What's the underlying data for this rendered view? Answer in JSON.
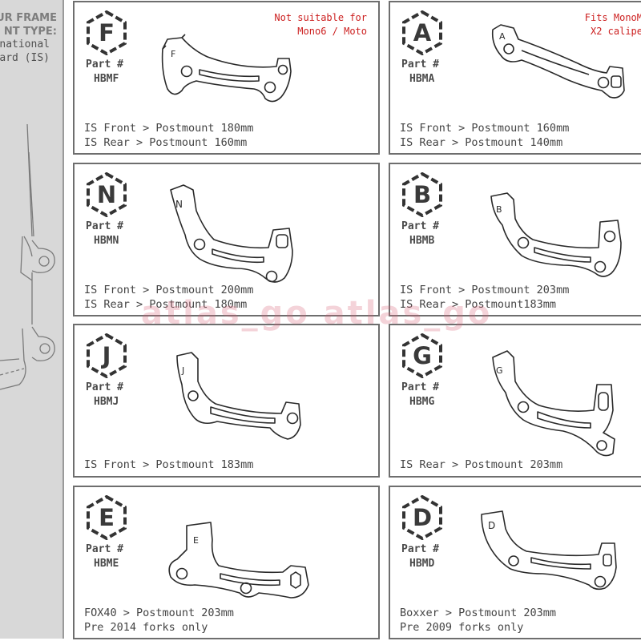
{
  "sidebar": {
    "title_lines": [
      "UR FRAME",
      "NT TYPE:"
    ],
    "subtitle_lines": [
      "national",
      "ard (IS)"
    ]
  },
  "cards": [
    {
      "letter": "F",
      "part_label": "Part #",
      "part_code": "HBMF",
      "note": "Not suitable for\nMono6 / Moto",
      "spec": "IS Front > Postmount 180mm\nIS Rear > Postmount 160mm"
    },
    {
      "letter": "A",
      "part_label": "Part #",
      "part_code": "HBMA",
      "note": "Fits MonoM\nX2 calipe",
      "spec": "IS Front > Postmount 160mm\nIS Rear > Postmount 140mm"
    },
    {
      "letter": "N",
      "part_label": "Part #",
      "part_code": "HBMN",
      "note": "",
      "spec": "IS Front > Postmount 200mm\nIS Rear > Postmount 180mm"
    },
    {
      "letter": "B",
      "part_label": "Part #",
      "part_code": "HBMB",
      "note": "",
      "spec": "IS Front > Postmount 203mm\nIS Rear > Postmount183mm"
    },
    {
      "letter": "J",
      "part_label": "Part #",
      "part_code": "HBMJ",
      "note": "",
      "spec": "IS Front > Postmount 183mm"
    },
    {
      "letter": "G",
      "part_label": "Part #",
      "part_code": "HBMG",
      "note": "",
      "spec": "IS Rear > Postmount 203mm"
    },
    {
      "letter": "E",
      "part_label": "Part #",
      "part_code": "HBME",
      "note": "",
      "spec": "FOX40 > Postmount 203mm\nPre 2014 forks only"
    },
    {
      "letter": "D",
      "part_label": "Part #",
      "part_code": "HBMD",
      "note": "",
      "spec": "Boxxer > Postmount 203mm\nPre 2009 forks only"
    }
  ],
  "watermark": "atlas_go atlas_go",
  "colors": {
    "note": "#cc1f1f",
    "border": "#6e6e6e",
    "sidebar": "#d8d8d8"
  },
  "icons": {
    "badge": "hexagon-badge-icon",
    "bracket": "brake-adapter-bracket-icon"
  }
}
